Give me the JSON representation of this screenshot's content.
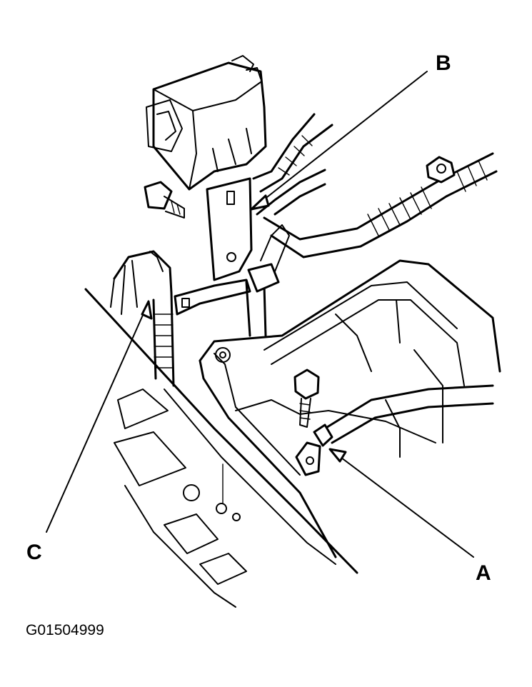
{
  "callouts": {
    "a": "A",
    "b": "B",
    "c": "C"
  },
  "figure_code": "G01504999"
}
